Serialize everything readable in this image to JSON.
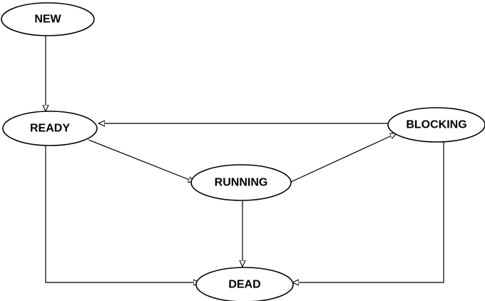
{
  "diagram": {
    "type": "state-transition",
    "colors": {
      "stroke": "#000000",
      "fill": "#ffffff",
      "arrowhead": "#ffffff"
    },
    "nodes": {
      "new": "NEW",
      "ready": "READY",
      "running": "RUNNING",
      "blocking": "BLOCKING",
      "dead": "DEAD"
    },
    "edges": [
      {
        "from": "new",
        "to": "ready"
      },
      {
        "from": "ready",
        "to": "running"
      },
      {
        "from": "running",
        "to": "blocking"
      },
      {
        "from": "blocking",
        "to": "ready"
      },
      {
        "from": "running",
        "to": "dead"
      },
      {
        "from": "ready",
        "to": "dead"
      },
      {
        "from": "blocking",
        "to": "dead"
      }
    ]
  }
}
